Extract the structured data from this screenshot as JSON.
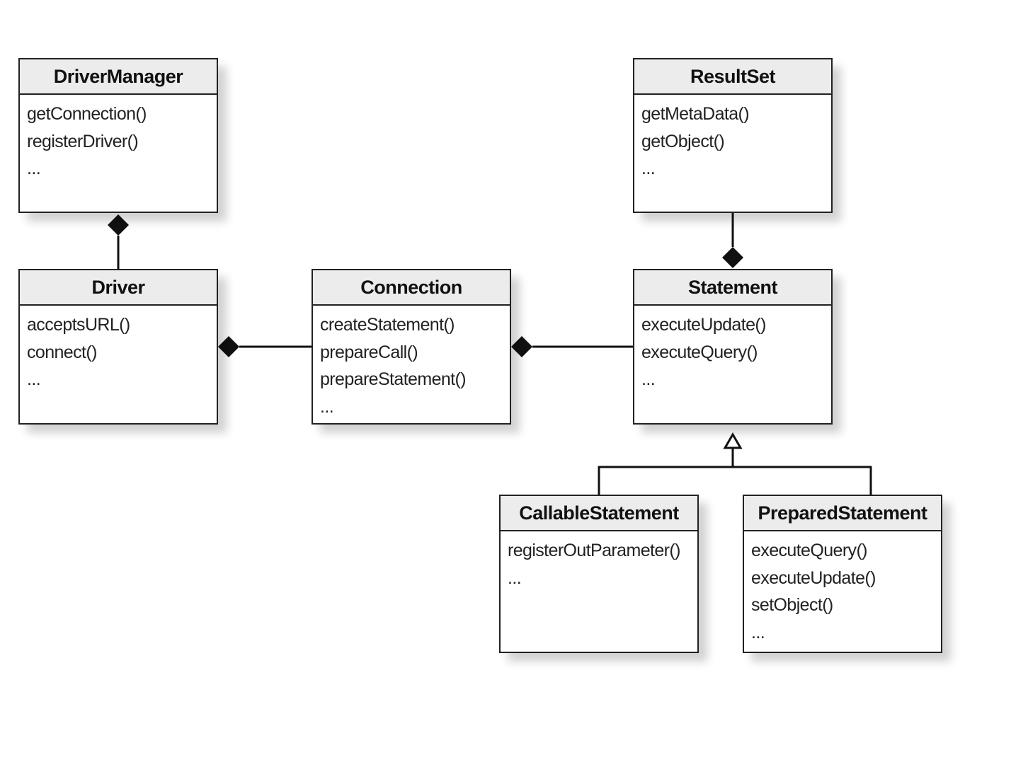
{
  "classes": {
    "driver_manager": {
      "name": "DriverManager",
      "methods": [
        "getConnection()",
        "registerDriver()",
        "..."
      ]
    },
    "result_set": {
      "name": "ResultSet",
      "methods": [
        "getMetaData()",
        "getObject()",
        "..."
      ]
    },
    "driver": {
      "name": "Driver",
      "methods": [
        "acceptsURL()",
        "connect()",
        "..."
      ]
    },
    "connection": {
      "name": "Connection",
      "methods": [
        "createStatement()",
        "prepareCall()",
        "prepareStatement()",
        "..."
      ]
    },
    "statement": {
      "name": "Statement",
      "methods": [
        "executeUpdate()",
        "executeQuery()",
        "..."
      ]
    },
    "callable_statement": {
      "name": "CallableStatement",
      "methods": [
        "registerOutParameter()",
        "..."
      ]
    },
    "prepared_statement": {
      "name": "PreparedStatement",
      "methods": [
        "executeQuery()",
        "executeUpdate()",
        "setObject()",
        "..."
      ]
    }
  },
  "relationships": [
    {
      "type": "composition",
      "whole": "DriverManager",
      "part": "Driver"
    },
    {
      "type": "composition",
      "whole": "Driver",
      "part": "Connection"
    },
    {
      "type": "composition",
      "whole": "Connection",
      "part": "Statement"
    },
    {
      "type": "composition",
      "whole": "Statement",
      "part": "ResultSet"
    },
    {
      "type": "generalization",
      "parent": "Statement",
      "child": "CallableStatement"
    },
    {
      "type": "generalization",
      "parent": "Statement",
      "child": "PreparedStatement"
    }
  ],
  "colors": {
    "line": "#111111",
    "header_fill": "#ececec",
    "border": "#222222"
  }
}
